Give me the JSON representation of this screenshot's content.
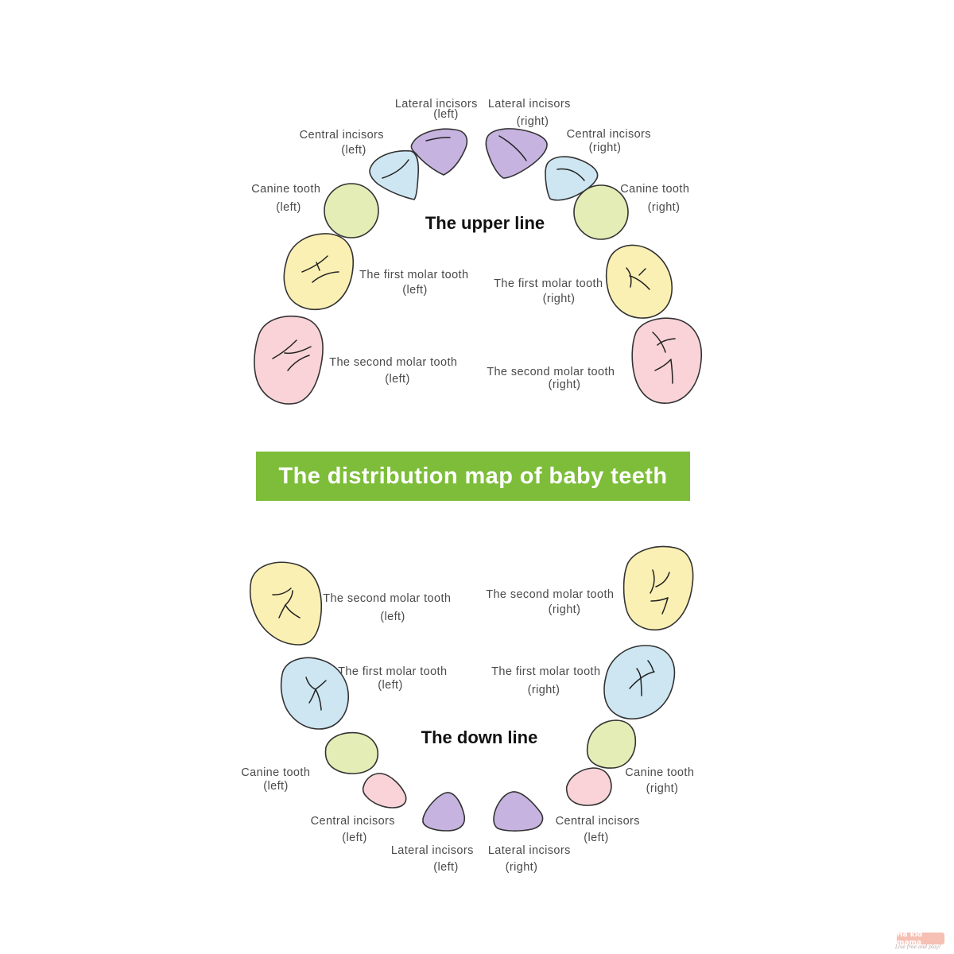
{
  "title": "The distribution map of baby teeth",
  "upper": {
    "heading": "The upper line",
    "labels": {
      "lateral_left": [
        "Lateral incisors",
        "(left)"
      ],
      "lateral_right": [
        "Lateral incisors",
        "(right)"
      ],
      "central_left": [
        "Central incisors",
        "(left)"
      ],
      "central_right": [
        "Central incisors",
        "(right)"
      ],
      "canine_left": [
        "Canine tooth",
        "(left)"
      ],
      "canine_right": [
        "Canine tooth",
        "(right)"
      ],
      "first_molar_left": [
        "The first molar tooth",
        "(left)"
      ],
      "first_molar_right": [
        "The first molar tooth",
        "(right)"
      ],
      "second_molar_left": [
        "The second molar tooth",
        "(left)"
      ],
      "second_molar_right": [
        "The second molar tooth",
        "(right)"
      ]
    }
  },
  "lower": {
    "heading": "The down line",
    "labels": {
      "second_molar_left": [
        "The second molar tooth",
        "(left)"
      ],
      "second_molar_right": [
        "The second molar tooth",
        "(right)"
      ],
      "first_molar_left": [
        "The first molar tooth",
        "(left)"
      ],
      "first_molar_right": [
        "The first molar tooth",
        "(right)"
      ],
      "canine_left": [
        "Canine tooth",
        "(left)"
      ],
      "canine_right": [
        "Canine tooth",
        "(right)"
      ],
      "central_left": [
        "Central incisors",
        "(left)"
      ],
      "central_right": [
        "Central incisors",
        "(left)"
      ],
      "lateral_left": [
        "Lateral incisors",
        "(left)"
      ],
      "lateral_right": [
        "Lateral incisors",
        "(right)"
      ]
    }
  },
  "colors": {
    "banner": "#7dbd3a",
    "lateral_incisor": "#c6b3e0",
    "central_incisor_upper": "#cde6f2",
    "canine": "#e3edb5",
    "molar_yellow": "#fbf0b3",
    "molar_pink": "#f9d3d7",
    "molar_blue": "#cde6f2",
    "central_incisor_lower": "#f9d3d7"
  },
  "logo": {
    "name": "Ha kid mama",
    "tagline": "Live free and play!"
  }
}
